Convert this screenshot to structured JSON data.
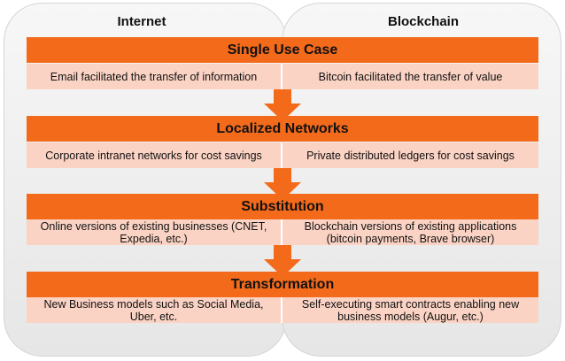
{
  "headers": {
    "left": "Internet",
    "right": "Blockchain"
  },
  "stages": [
    {
      "title": "Single Use Case",
      "internet": "Email facilitated the transfer of information",
      "blockchain": "Bitcoin facilitated the transfer of value"
    },
    {
      "title": "Localized Networks",
      "internet": "Corporate intranet networks for cost savings",
      "blockchain": "Private distributed ledgers for cost savings"
    },
    {
      "title": "Substitution",
      "internet": "Online versions of existing businesses (CNET, Expedia, etc.)",
      "blockchain": "Blockchain versions of existing applications (bitcoin payments, Brave browser)"
    },
    {
      "title": "Transformation",
      "internet": "New Business models such as Social Media, Uber, etc.",
      "blockchain": "Self-executing smart contracts enabling new business models (Augur, etc.)"
    }
  ],
  "colors": {
    "stage_title_bg": "#f46a1b",
    "stage_row_bg": "#fbd3c4",
    "arrow": "#f46a1b"
  }
}
